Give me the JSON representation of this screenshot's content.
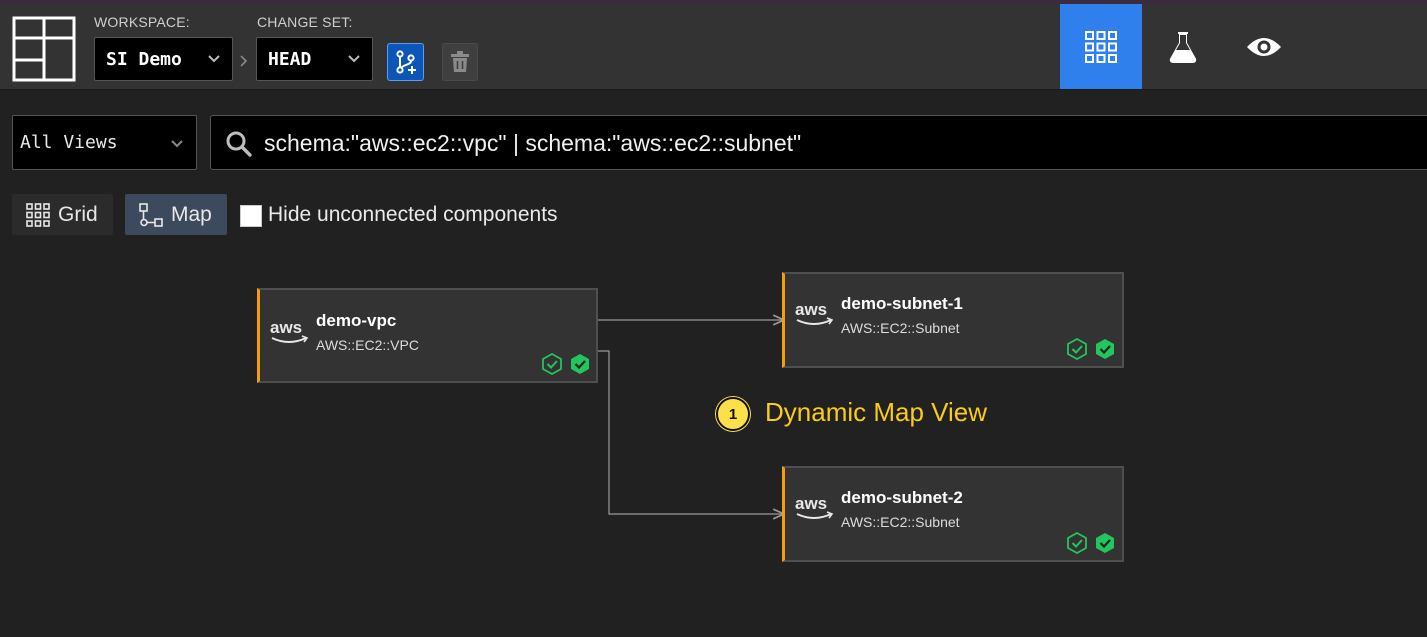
{
  "header": {
    "workspace_label": "WORKSPACE:",
    "workspace_value": "SI Demo",
    "changeset_label": "CHANGE SET:",
    "changeset_value": "HEAD",
    "nav_icons": [
      "grid-icon",
      "beaker-icon",
      "eye-icon"
    ],
    "active_nav": "grid-icon"
  },
  "toolbar": {
    "views_select": "All Views",
    "search_query": "schema:\"aws::ec2::vpc\" | schema:\"aws::ec2::subnet\"",
    "toggle_grid": "Grid",
    "toggle_map": "Map",
    "active_toggle": "Map",
    "hide_unconnected_label": "Hide unconnected components",
    "hide_unconnected_checked": false
  },
  "map": {
    "nodes": [
      {
        "name": "demo-vpc",
        "type": "AWS::EC2::VPC",
        "logo": "aws"
      },
      {
        "name": "demo-subnet-1",
        "type": "AWS::EC2::Subnet",
        "logo": "aws"
      },
      {
        "name": "demo-subnet-2",
        "type": "AWS::EC2::Subnet",
        "logo": "aws"
      }
    ],
    "edges": [
      {
        "from": "demo-vpc",
        "to": "demo-subnet-1"
      },
      {
        "from": "demo-vpc",
        "to": "demo-subnet-2"
      }
    ]
  },
  "callout": {
    "number": "1",
    "text": "Dynamic Map View"
  },
  "colors": {
    "accent": "#2f80ed",
    "node_accent": "#f59e0b",
    "ok": "#22c55e",
    "callout": "#facc15"
  }
}
